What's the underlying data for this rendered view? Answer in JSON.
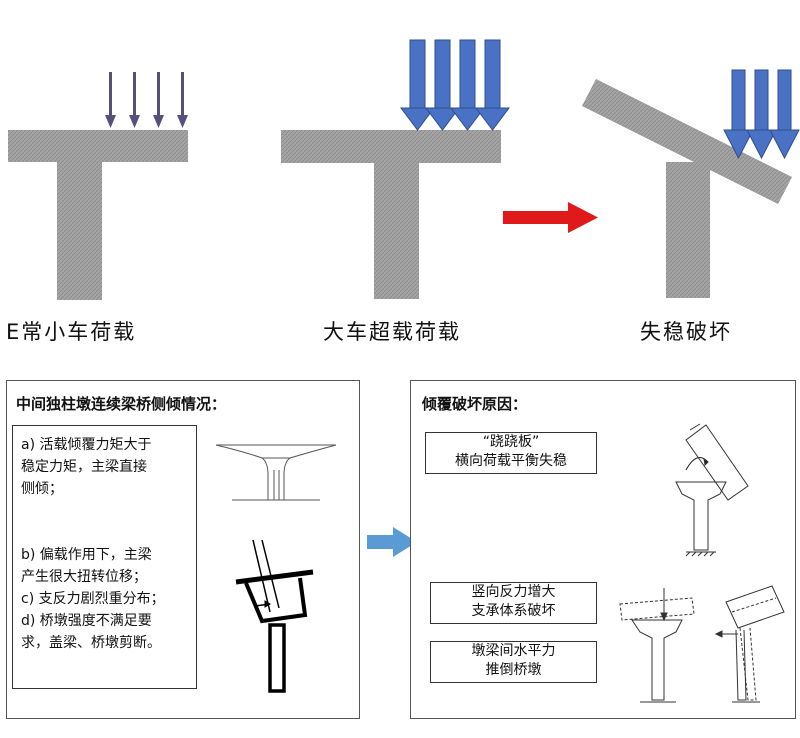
{
  "top": {
    "captions": [
      "E常小车荷载",
      "大车超载荷载",
      "失稳破坏"
    ]
  },
  "left_panel": {
    "title": "中间独柱墩连续梁桥侧倾情况：",
    "lines": [
      "a) 活载倾覆力矩大于",
      "稳定力矩，主梁直接",
      "侧倾；",
      "",
      "b) 偏载作用下，主梁",
      "产生很大扭转位移；",
      "c) 支反力剧烈重分布；",
      "d) 桥墩强度不满足要",
      "求，盖梁、桥墩剪断。"
    ]
  },
  "right_panel": {
    "title": "倾覆破坏原因：",
    "reasons": [
      {
        "line1": "“跷跷板”",
        "line2": "横向荷载平衡失稳"
      },
      {
        "line1": "竖向反力增大",
        "line2": "支承体系破坏"
      },
      {
        "line1": "墩梁间水平力",
        "line2": "推倒桥墩"
      }
    ]
  },
  "colors": {
    "concrete": "#a4a4a4",
    "small_arrow": "#55507a",
    "load_arrow": "#4a72c4",
    "red_arrow": "#e01a1a",
    "transition_arrow": "#5b9bd5"
  }
}
